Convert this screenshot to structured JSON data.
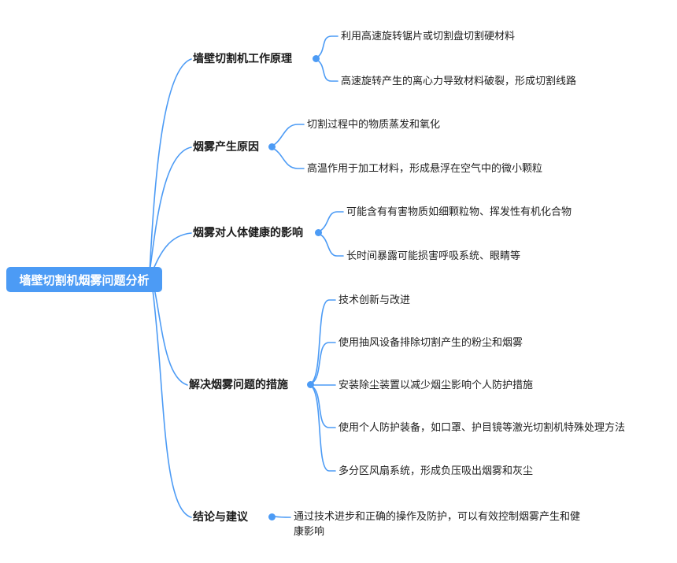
{
  "colors": {
    "accent": "#4C9BF5",
    "root_background": "#4C9BF5",
    "root_text": "#FFFFFF",
    "node_text": "#212121"
  },
  "root": {
    "label": "墙壁切割机烟雾问题分析"
  },
  "branches": [
    {
      "label": "墙壁切割机工作原理",
      "children": [
        "利用高速旋转锯片或切割盘切割硬材料",
        "高速旋转产生的离心力导致材料破裂，形成切割线路"
      ]
    },
    {
      "label": "烟雾产生原因",
      "children": [
        "切割过程中的物质蒸发和氧化",
        "高温作用于加工材料，形成悬浮在空气中的微小颗粒"
      ]
    },
    {
      "label": "烟雾对人体健康的影响",
      "children": [
        "可能含有有害物质如细颗粒物、挥发性有机化合物",
        "长时间暴露可能损害呼吸系统、眼睛等"
      ]
    },
    {
      "label": "解决烟雾问题的措施",
      "children": [
        "技术创新与改进",
        "使用抽风设备排除切割产生的粉尘和烟雾",
        "安装除尘装置以减少烟尘影响个人防护措施",
        "使用个人防护装备，如口罩、护目镜等激光切割机特殊处理方法",
        "多分区风扇系统，形成负压吸出烟雾和灰尘"
      ]
    },
    {
      "label": "结论与建议",
      "children": [
        "通过技术进步和正确的操作及防护，可以有效控制烟雾产生和健康影响"
      ]
    }
  ]
}
